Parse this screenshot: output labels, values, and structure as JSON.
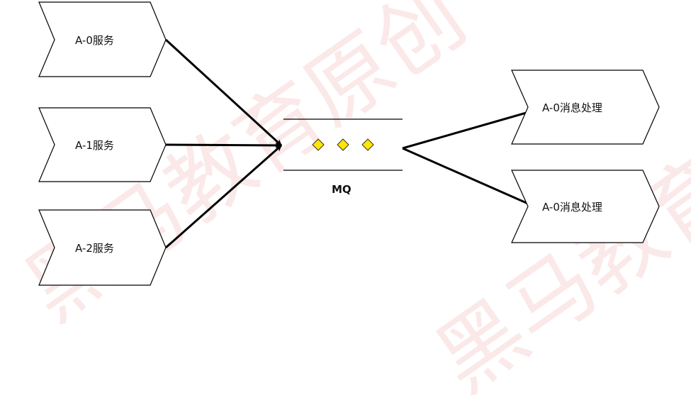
{
  "services": [
    {
      "label": "A-0服务"
    },
    {
      "label": "A-1服务"
    },
    {
      "label": "A-2服务"
    }
  ],
  "queue": {
    "label": "MQ",
    "message_count": 3,
    "message_color": "#FFE600"
  },
  "handlers": [
    {
      "label": "A-0消息处理"
    },
    {
      "label": "A-0消息处理"
    }
  ],
  "watermark": {
    "text": "黑马教育原创",
    "color": "#E8796E"
  },
  "colors": {
    "stroke": "#000000",
    "shape_fill": "#FFFFFF"
  }
}
